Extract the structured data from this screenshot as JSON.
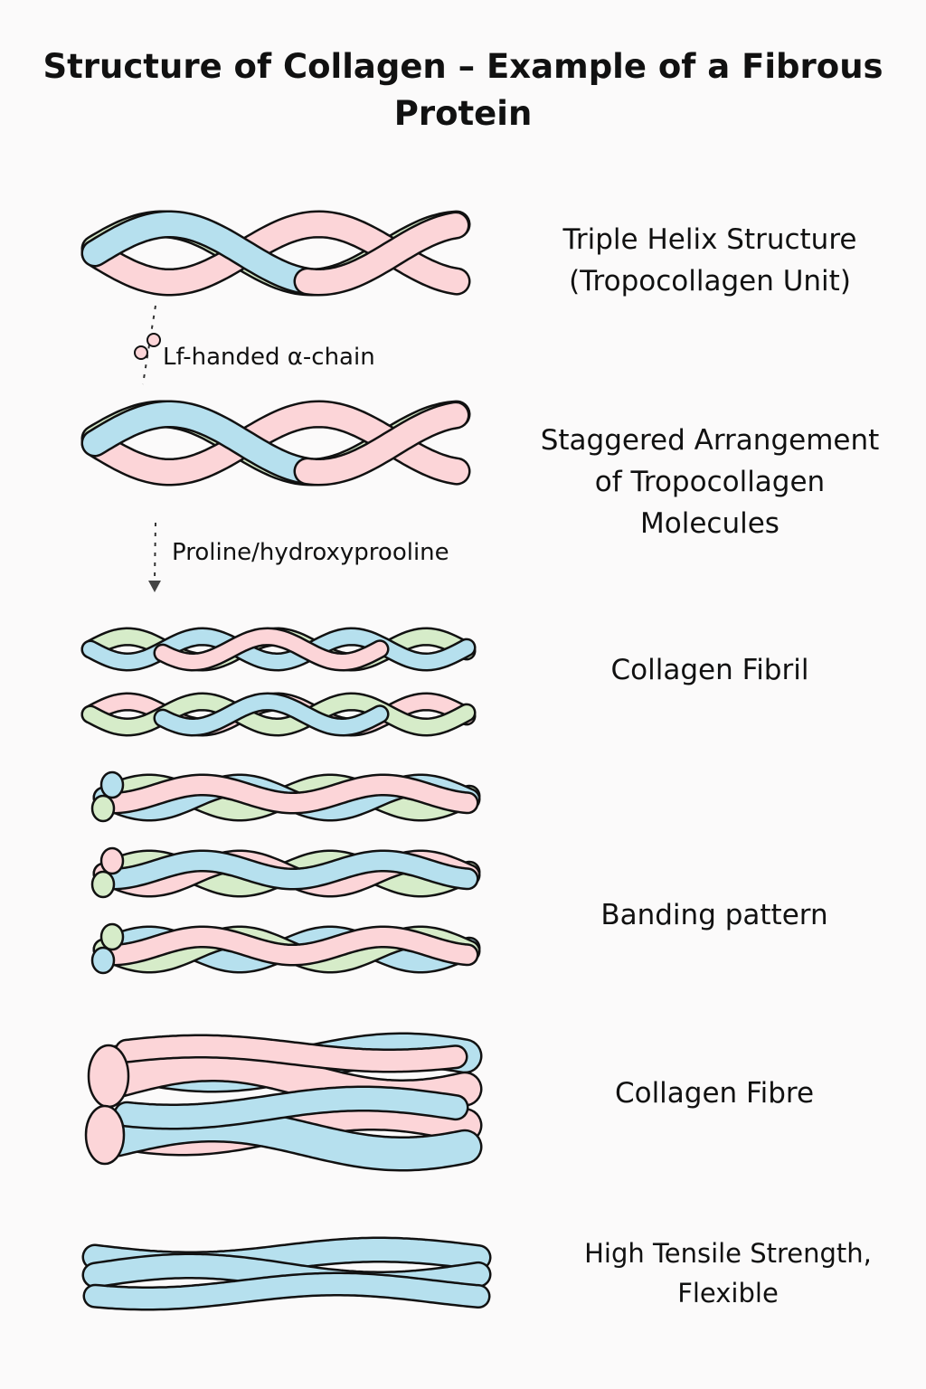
{
  "title": "Structure of Collagen – Example of a Fibrous Protein",
  "labels": {
    "triple_helix": "Triple Helix Structure (Tropocollagen Unit)",
    "staggered": "Staggered Arrangement of Tropocollagen Molecules",
    "fibril": "Collagen Fibril",
    "banding": "Banding pattern",
    "fibre": "Collagen Fibre",
    "strength": "High Tensile Strength, Flexible"
  },
  "annotations": {
    "alpha_chain": "Lf-handed α-chain",
    "proline": "Proline/hydroxyprooline"
  },
  "colors": {
    "blue": "#b6e0ee",
    "pink": "#fcd5d8",
    "green": "#d6ecc9",
    "outline": "#111111"
  }
}
